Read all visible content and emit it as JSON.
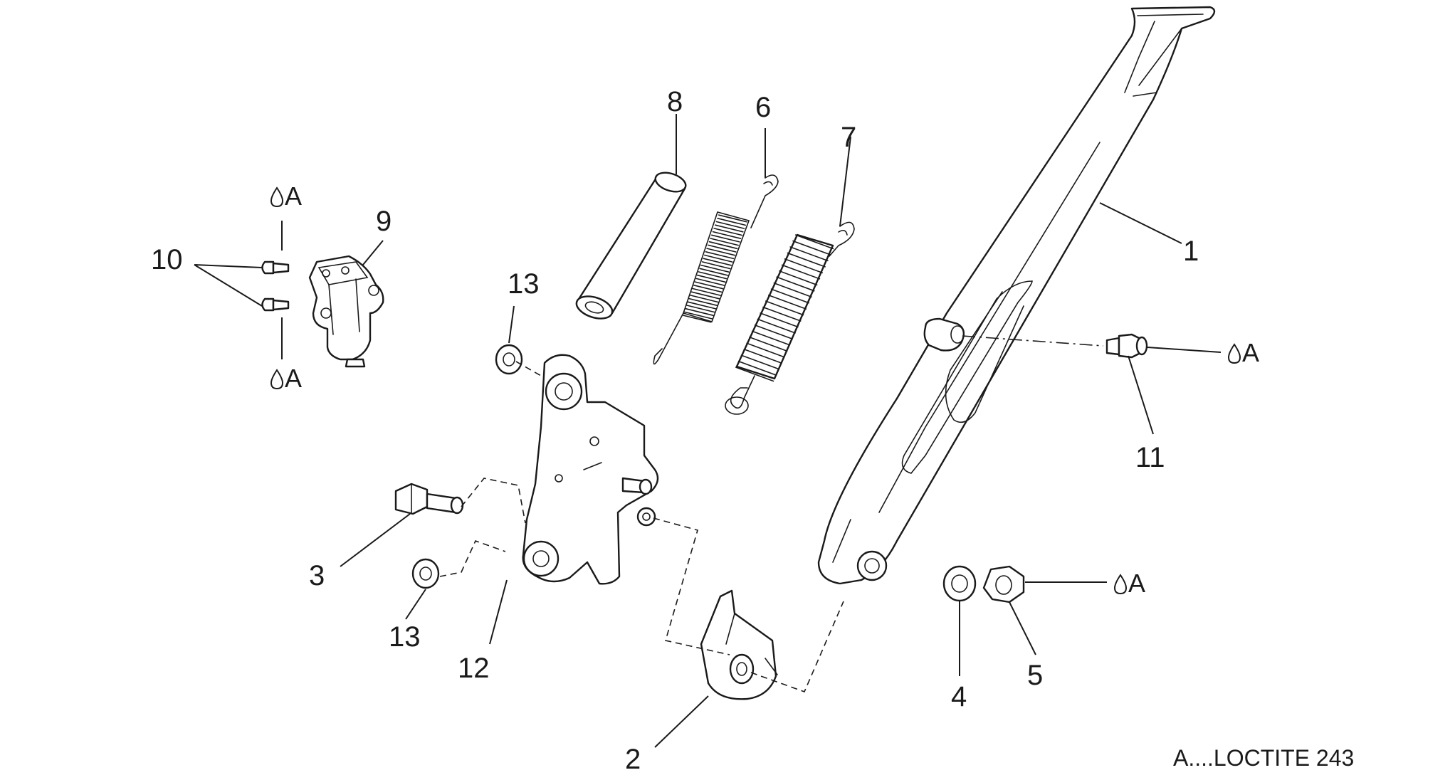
{
  "callouts": {
    "c1": "1",
    "c2": "2",
    "c3": "3",
    "c4": "4",
    "c5": "5",
    "c6": "6",
    "c7": "7",
    "c8": "8",
    "c9": "9",
    "c10": "10",
    "c11": "11",
    "c12": "12",
    "c13a": "13",
    "c13b": "13"
  },
  "loctite_tag": "A",
  "footnote": "A....LOCTITE 243"
}
